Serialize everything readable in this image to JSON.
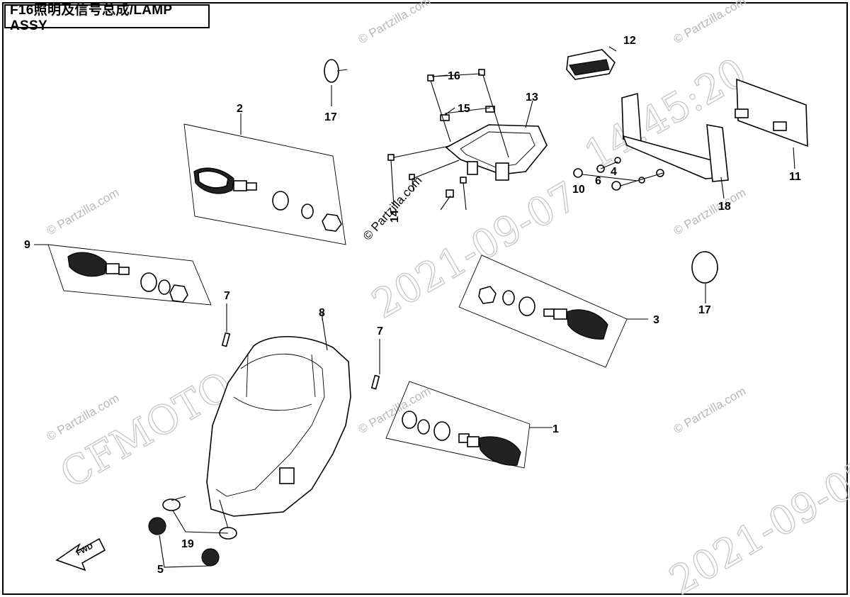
{
  "title": "F16照明及信号总成/LAMP  ASSY",
  "fwd_label": "FWD",
  "copyright": "© Partzilla.com",
  "watermark": {
    "site": "© Partzilla.com",
    "date": "2021-09-07",
    "time": "14:45:20",
    "brand": "CFMOTO"
  },
  "callouts": {
    "c1": "1",
    "c2": "2",
    "c3": "3",
    "c4": "4",
    "c5": "5",
    "c6": "6",
    "c7a": "7",
    "c7b": "7",
    "c8": "8",
    "c9": "9",
    "c10": "10",
    "c11": "11",
    "c12": "12",
    "c13": "13",
    "c14": "14",
    "c15": "15",
    "c16": "16",
    "c17a": "17",
    "c17b": "17",
    "c18": "18",
    "c19": "19"
  }
}
